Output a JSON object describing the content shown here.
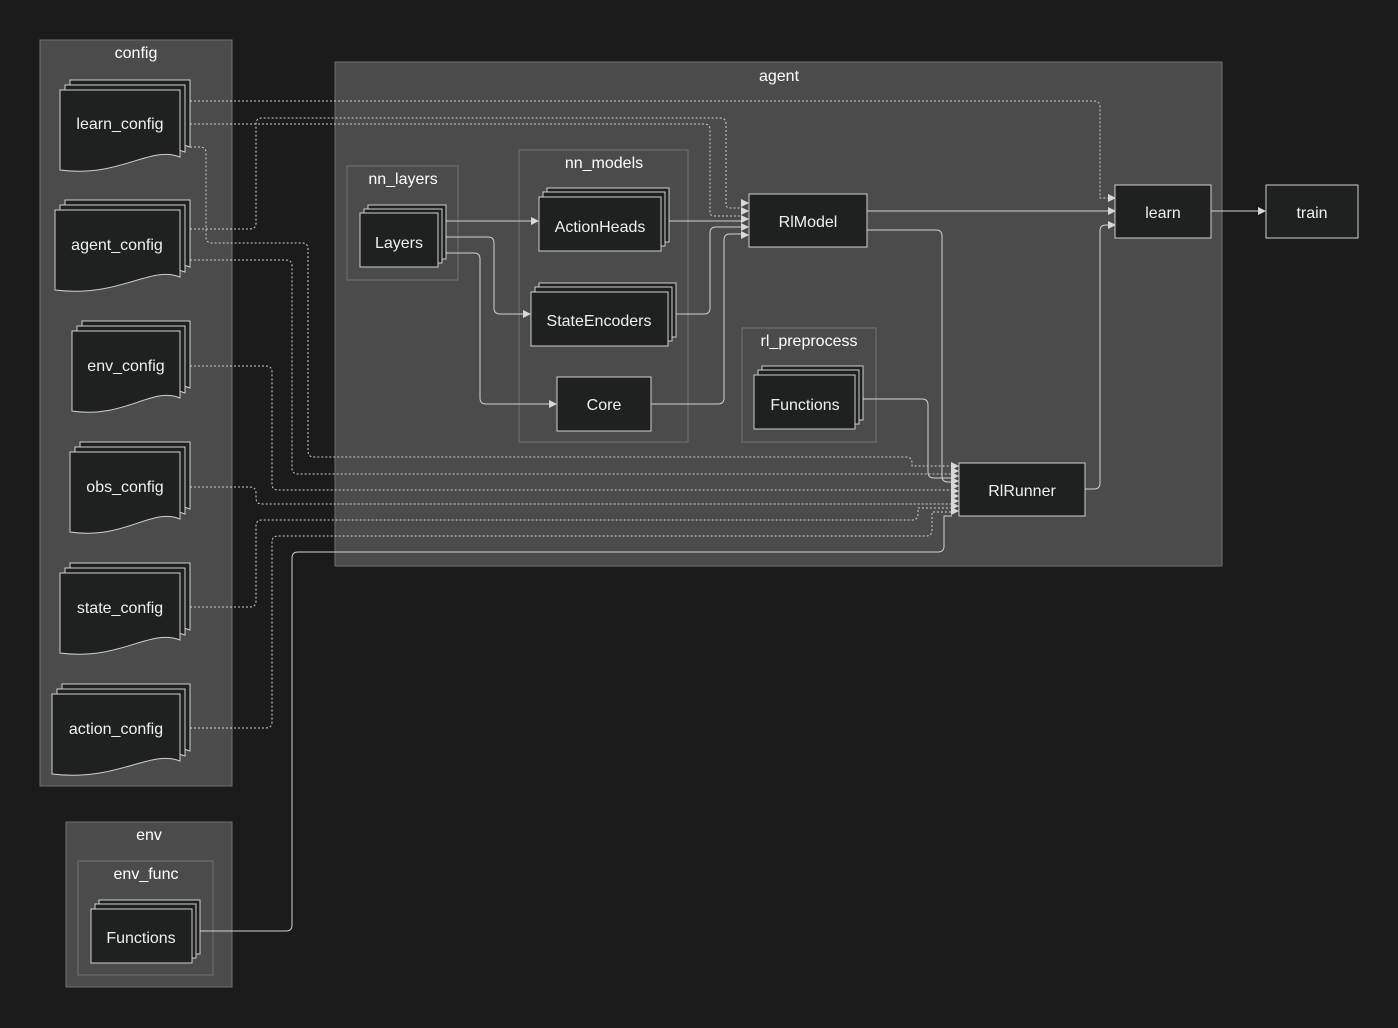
{
  "clusters": {
    "config": "config",
    "agent": "agent",
    "nn_layers": "nn_layers",
    "nn_models": "nn_models",
    "rl_preprocess": "rl_preprocess",
    "env": "env",
    "env_func": "env_func"
  },
  "nodes": {
    "learn_config": "learn_config",
    "agent_config": "agent_config",
    "env_config": "env_config",
    "obs_config": "obs_config",
    "state_config": "state_config",
    "action_config": "action_config",
    "layers": "Layers",
    "action_heads": "ActionHeads",
    "state_encoders": "StateEncoders",
    "core": "Core",
    "rl_model": "RlModel",
    "functions_pre": "Functions",
    "rl_runner": "RlRunner",
    "learn": "learn",
    "train": "train",
    "functions_env": "Functions"
  }
}
